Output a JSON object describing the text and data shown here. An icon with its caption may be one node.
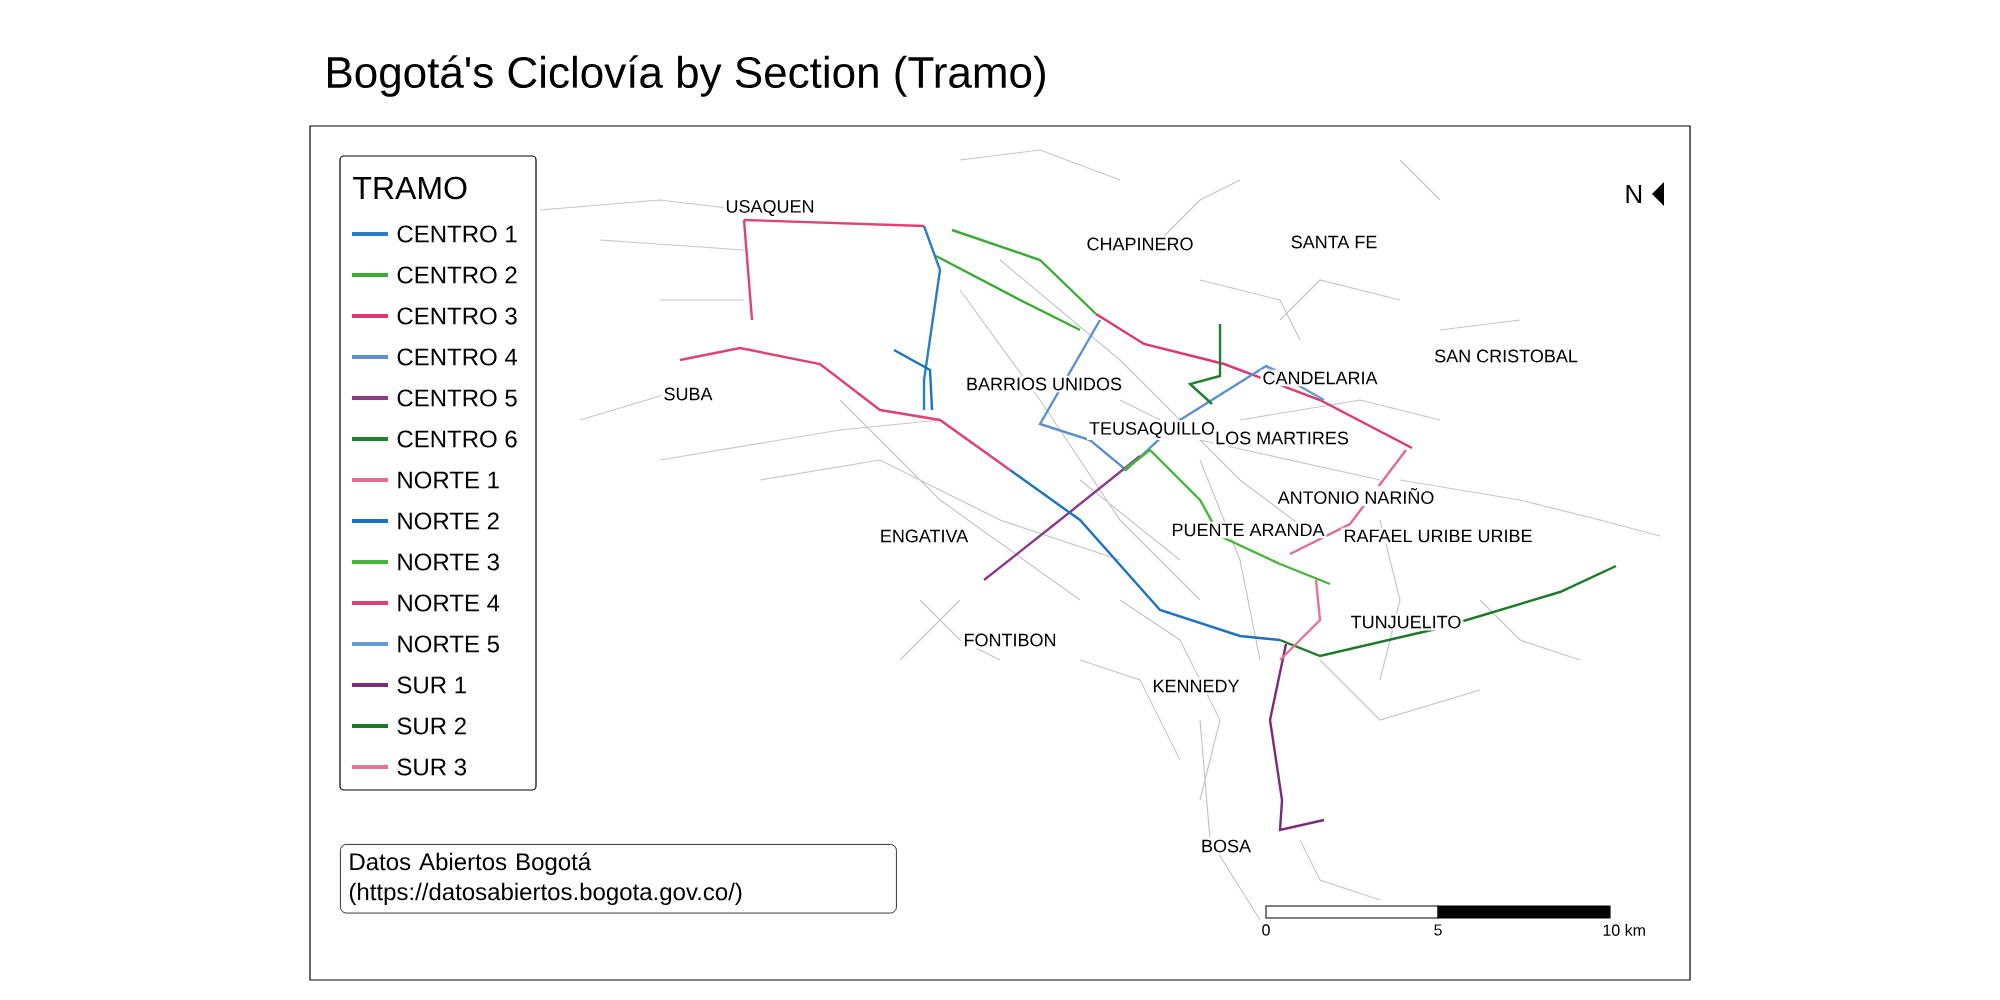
{
  "diagram": {
    "title": "Bogotá's Ciclovía by Section (Tramo)",
    "nodes": [
      {
        "text": [
          "Datos Abiertos Bogotá (https://datosabiertos.bogota.gov.co/)"
        ]
      }
    ],
    "labels": [
      "TRAMO",
      "N",
      "USAQUEN",
      "CHAPINERO",
      "SANTA FE",
      "SAN CRISTOBAL",
      "SUBA",
      "BARRIOS UNIDOS",
      "CANDELARIA",
      "TEUSAQUILLO",
      "LOS MARTIRES",
      "ANTONIO NARIÑO",
      "ENGATIVA",
      "PUENTE ARANDA",
      "RAFAEL URIBE URIBE",
      "TUNJUELITO",
      "FONTIBON",
      "KENNEDY",
      "BOSA",
      "0",
      "5",
      "10 km"
    ],
    "legend": [
      {
        "text": "CENTRO 1",
        "color": "#2a7fc4"
      },
      {
        "text": "CENTRO 2",
        "color": "#3aaa35"
      },
      {
        "text": "CENTRO 3",
        "color": "#e0356e"
      },
      {
        "text": "CENTRO 4",
        "color": "#5b8fd0"
      },
      {
        "text": "CENTRO 5",
        "color": "#8e3a8a"
      },
      {
        "text": "CENTRO 6",
        "color": "#1e7f2e"
      },
      {
        "text": "NORTE 1",
        "color": "#e06a95"
      },
      {
        "text": "NORTE 2",
        "color": "#1b72c2"
      },
      {
        "text": "NORTE 3",
        "color": "#47b539"
      },
      {
        "text": "NORTE 4",
        "color": "#e0407a"
      },
      {
        "text": "NORTE 5",
        "color": "#6a9ad5"
      },
      {
        "text": "SUR 1",
        "color": "#7b2a7a"
      },
      {
        "text": "SUR 2",
        "color": "#1a7a2a"
      },
      {
        "text": "SUR 3",
        "color": "#e8729a"
      }
    ]
  }
}
